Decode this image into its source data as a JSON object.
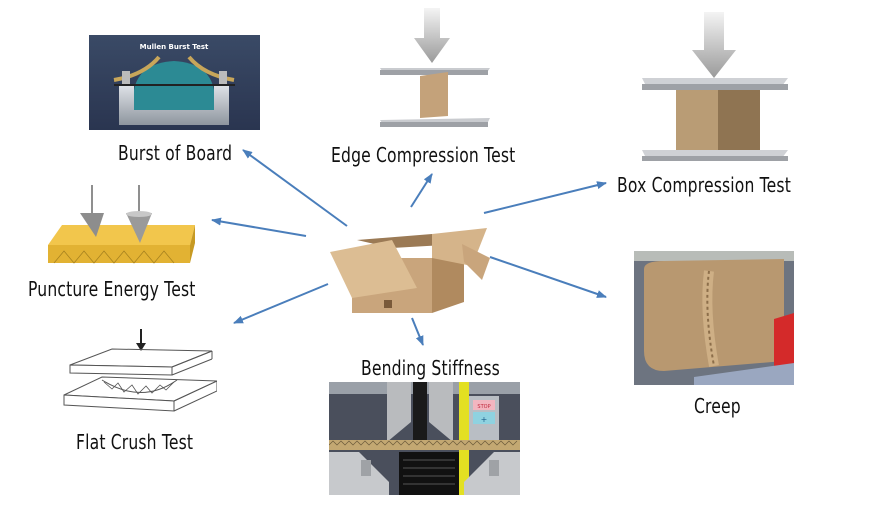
{
  "diagram": {
    "center": {
      "name": "Corrugated box"
    },
    "arrow_color": "#4a7ebb",
    "tests": [
      {
        "id": "burst",
        "label": "Burst of Board",
        "image_caption": "Mullen Burst Test"
      },
      {
        "id": "edge",
        "label": "Edge Compression Test"
      },
      {
        "id": "box",
        "label": "Box Compression Test"
      },
      {
        "id": "puncture",
        "label": "Puncture Energy Test"
      },
      {
        "id": "creep",
        "label": "Creep"
      },
      {
        "id": "flat",
        "label": "Flat Crush Test"
      },
      {
        "id": "bending",
        "label": "Bending Stiffness",
        "panel_labels": [
          "STOP",
          "+"
        ]
      }
    ]
  }
}
